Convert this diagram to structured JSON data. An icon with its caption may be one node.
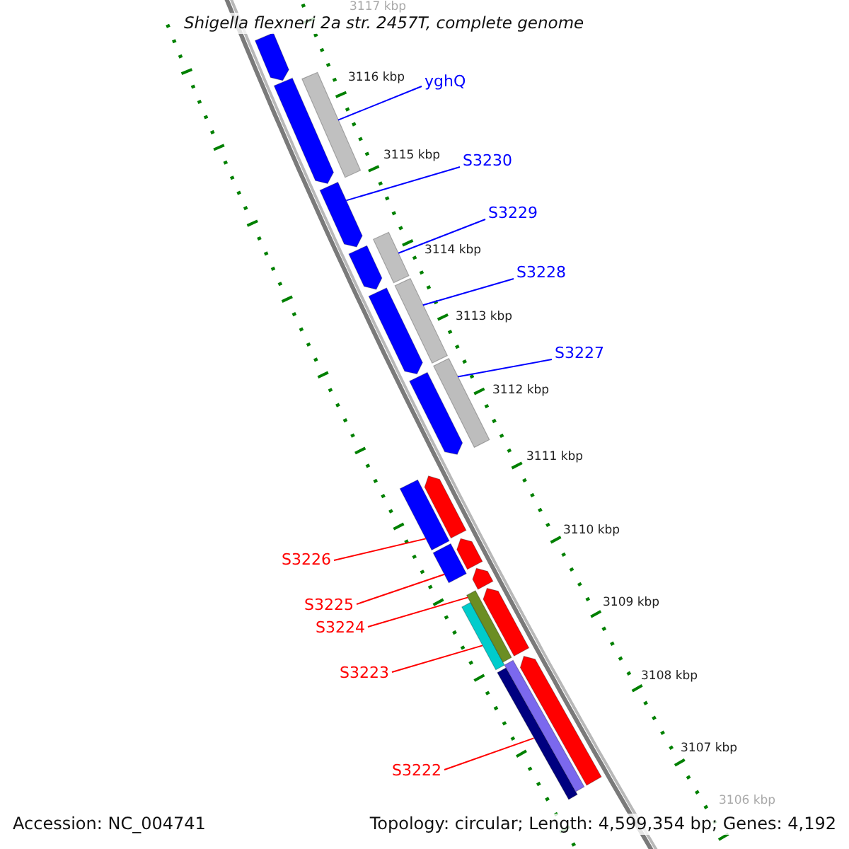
{
  "diagram": {
    "title": "Shigella flexneri 2a str. 2457T, complete genome",
    "nodes": [
      {
        "text": [
          "yghQ"
        ]
      },
      {
        "text": [
          "S3230"
        ]
      },
      {
        "text": [
          "S3229"
        ]
      },
      {
        "text": [
          "S3228"
        ]
      },
      {
        "text": [
          "S3227"
        ]
      },
      {
        "text": [
          "S3226"
        ]
      },
      {
        "text": [
          "S3225"
        ]
      },
      {
        "text": [
          "S3224"
        ]
      },
      {
        "text": [
          "S3223"
        ]
      },
      {
        "text": [
          "S3222"
        ]
      },
      {
        "text": [],
        "shape": "pentagon"
      },
      {
        "text": [],
        "shape": "pentagon"
      },
      {
        "text": [],
        "shape": "bar"
      },
      {
        "text": [],
        "shape": "pentagon"
      },
      {
        "text": [],
        "shape": "pentagon"
      },
      {
        "text": [],
        "shape": "bar"
      },
      {
        "text": [],
        "shape": "pentagon"
      },
      {
        "text": [],
        "shape": "bar"
      },
      {
        "text": [],
        "shape": "pentagon"
      },
      {
        "text": [],
        "shape": "bar"
      },
      {
        "text": [],
        "shape": "bar"
      },
      {
        "text": [],
        "shape": "pentagon"
      },
      {
        "text": [],
        "shape": "bar"
      },
      {
        "text": [],
        "shape": "pentagon"
      },
      {
        "text": [],
        "shape": "pentagon"
      },
      {
        "text": [],
        "shape": "bar"
      },
      {
        "text": [],
        "shape": "bar"
      },
      {
        "text": [],
        "shape": "pentagon"
      },
      {
        "text": [],
        "shape": "bar"
      },
      {
        "text": [],
        "shape": "bar"
      },
      {
        "text": [],
        "shape": "pentagon"
      }
    ],
    "edges": [
      {
        "from": 0,
        "to": 12,
        "arrow": "none"
      },
      {
        "from": 1,
        "to": 13,
        "arrow": "none"
      },
      {
        "from": 2,
        "to": 15,
        "arrow": "none"
      },
      {
        "from": 3,
        "to": 17,
        "arrow": "none"
      },
      {
        "from": 4,
        "to": 19,
        "arrow": "none"
      },
      {
        "from": 5,
        "to": 20,
        "arrow": "none",
        "color": "#ff0000"
      },
      {
        "from": 6,
        "to": 22,
        "arrow": "none",
        "color": "#ff0000"
      },
      {
        "from": 7,
        "to": 26,
        "arrow": "none",
        "color": "#ff0000"
      },
      {
        "from": 8,
        "to": 25,
        "arrow": "none",
        "color": "#ff0000"
      },
      {
        "from": 9,
        "to": 28,
        "arrow": "none",
        "color": "#ff0000"
      }
    ],
    "labels": [
      "3117 kbp",
      "3116 kbp",
      "3115 kbp",
      "3114 kbp",
      "3113 kbp",
      "3112 kbp",
      "3111 kbp",
      "3110 kbp",
      "3109 kbp",
      "3108 kbp",
      "3107 kbp",
      "3106 kbp",
      "Accession: NC_004741",
      "Topology: circular; Length: 4,599,354 bp; Genes: 4,192"
    ]
  }
}
